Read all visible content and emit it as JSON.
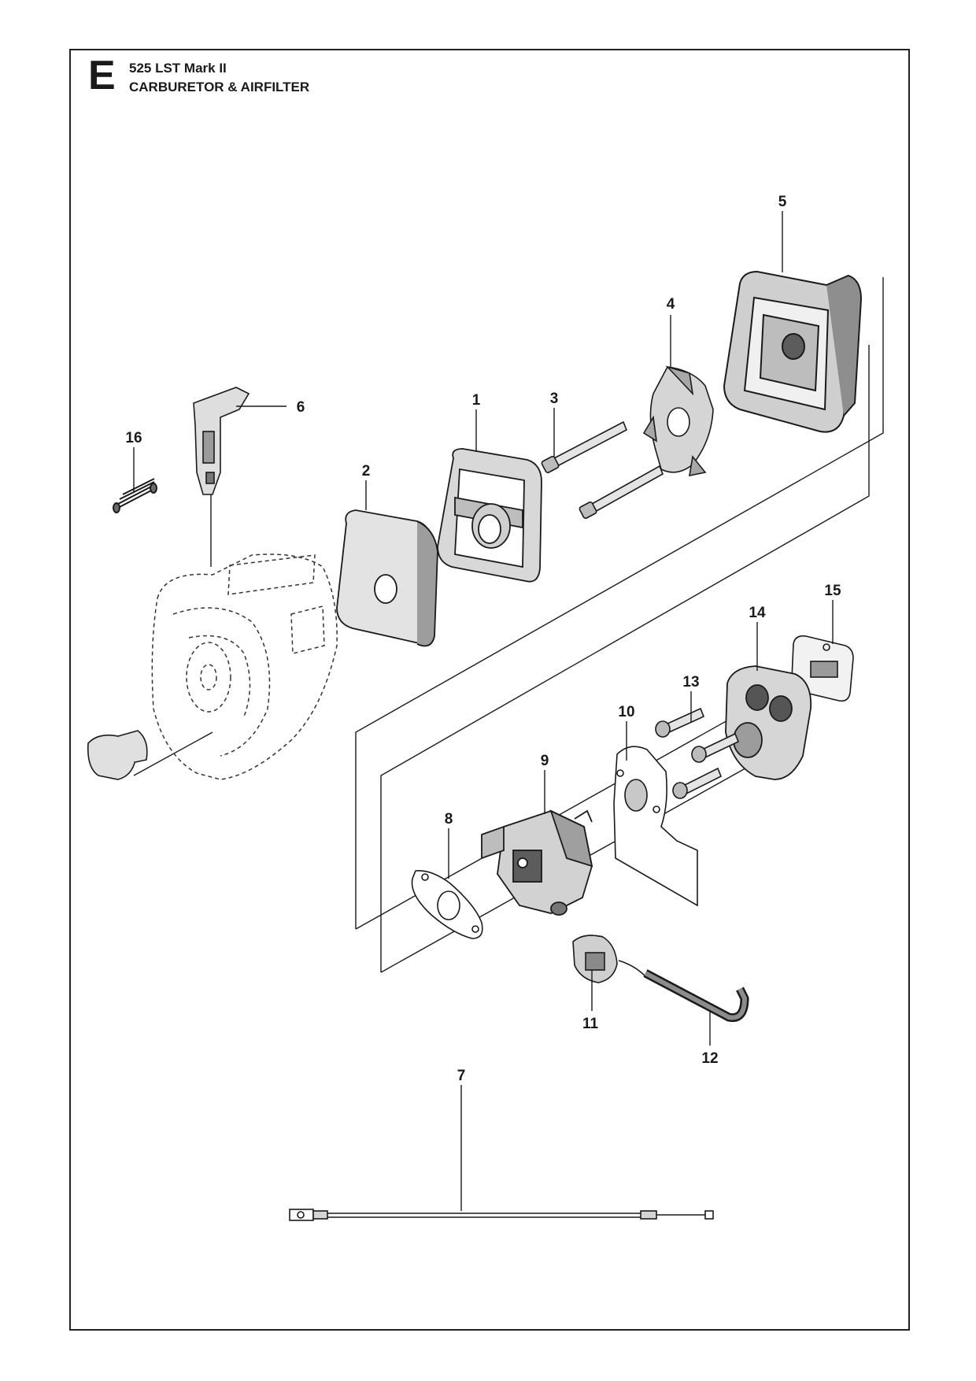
{
  "header": {
    "section_letter": "E",
    "model": "525 LST Mark II",
    "title": "CARBURETOR & AIRFILTER"
  },
  "parts": [
    {
      "number": "1",
      "icon": "air-filter-holder-icon"
    },
    {
      "number": "2",
      "icon": "air-filter-element-icon"
    },
    {
      "number": "3",
      "icon": "screw-icon"
    },
    {
      "number": "4",
      "icon": "choke-plate-icon"
    },
    {
      "number": "5",
      "icon": "airfilter-housing-icon"
    },
    {
      "number": "6",
      "icon": "choke-lever-icon"
    },
    {
      "number": "7",
      "icon": "throttle-cable-icon"
    },
    {
      "number": "8",
      "icon": "gasket-icon"
    },
    {
      "number": "9",
      "icon": "carburetor-icon"
    },
    {
      "number": "10",
      "icon": "heat-shield-plate-icon"
    },
    {
      "number": "11",
      "icon": "primer-bulb-icon"
    },
    {
      "number": "12",
      "icon": "fuel-hose-icon"
    },
    {
      "number": "13",
      "icon": "screw-icon"
    },
    {
      "number": "14",
      "icon": "intake-manifold-icon"
    },
    {
      "number": "15",
      "icon": "gasket-icon"
    },
    {
      "number": "16",
      "icon": "spring-icon"
    }
  ],
  "colors": {
    "line": "#1a1a1a",
    "part_fill": "#d9d9d9",
    "part_shade": "#8c8c8c",
    "background": "#ffffff"
  }
}
